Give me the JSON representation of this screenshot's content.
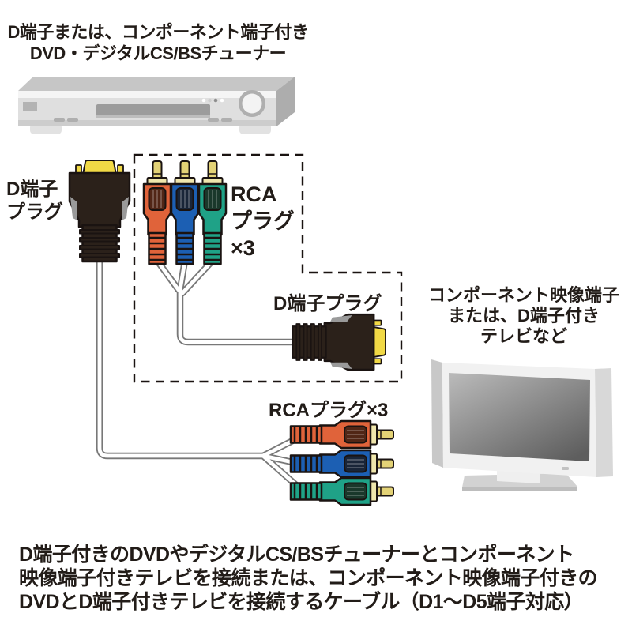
{
  "labels": {
    "source_device": {
      "line1": "D端子または、コンポーネント端子付き",
      "line2": "DVD・デジタルCS/BSチューナー"
    },
    "d_plug_left": {
      "line1": "D端子",
      "line2": "プラグ"
    },
    "rca_plugs_box": {
      "line1": "RCA",
      "line2": "プラグ",
      "line3": "×3"
    },
    "d_plug_right": "D端子プラグ",
    "target_device": {
      "line1": "コンポーネント映像端子",
      "line2": "または、D端子付き",
      "line3": "テレビなど"
    },
    "rca_plugs_bottom": "RCAプラグ×3",
    "description": {
      "line1": "D端子付きのDVDやデジタルCS/BSチューナーとコンポーネント",
      "line2": "映像端子付きテレビを接続または、コンポーネント映像端子付きの",
      "line3": "DVDとD端子付きテレビを接続するケーブル（D1～D5端子対応）"
    }
  },
  "colors": {
    "rca_orange": "#E0633A",
    "rca_blue": "#1C5FB3",
    "rca_green": "#1FA287",
    "gold_tip": "#E3D276",
    "pale_collar": "#EFE6AC",
    "connector_yellow": "#F1D945",
    "plug_body_black": "#2B211A",
    "cable_core": "#FFFFFF",
    "cable_outline": "#787878",
    "outline_black": "#1A1311",
    "text": "#221C18"
  }
}
